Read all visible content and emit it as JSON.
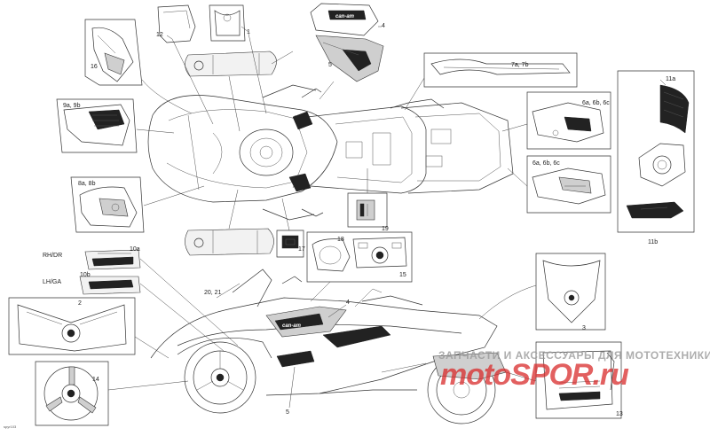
{
  "callouts": {
    "c1": "1",
    "c3": "3",
    "c4a": "4",
    "c5a": "5",
    "c7": "7a, 7b",
    "c6a": "6a, 6b, 6c",
    "c6b": "6a, 6b, 6c",
    "c11a": "11a",
    "c11b": "11b",
    "c12": "12",
    "c16": "16",
    "c9": "9a, 9b",
    "c8": "8a, 8b",
    "c17": "17",
    "c18": "18",
    "c19": "19",
    "c15": "15",
    "c10a": "10a",
    "c10b": "10b",
    "c20": "20, 21",
    "c2": "2",
    "c4b": "4",
    "c14": "14",
    "c5b": "5",
    "c13": "13"
  },
  "side_labels": {
    "rh": "RH/DR",
    "lh": "LH/GA"
  },
  "decal_text": {
    "canam": "can-am"
  },
  "doc_code": "spyr103",
  "watermark": {
    "text": "ЗАПЧАСТИ И АКСЕССУАРЫ ДЛЯ МОТОТЕХНИКИ",
    "logo": "motoSPOR.ru"
  },
  "colors": {
    "line": "#333333",
    "decal_dark": "#222222",
    "watermark_red": "#d92c2c",
    "watermark_grey": "#999999"
  }
}
